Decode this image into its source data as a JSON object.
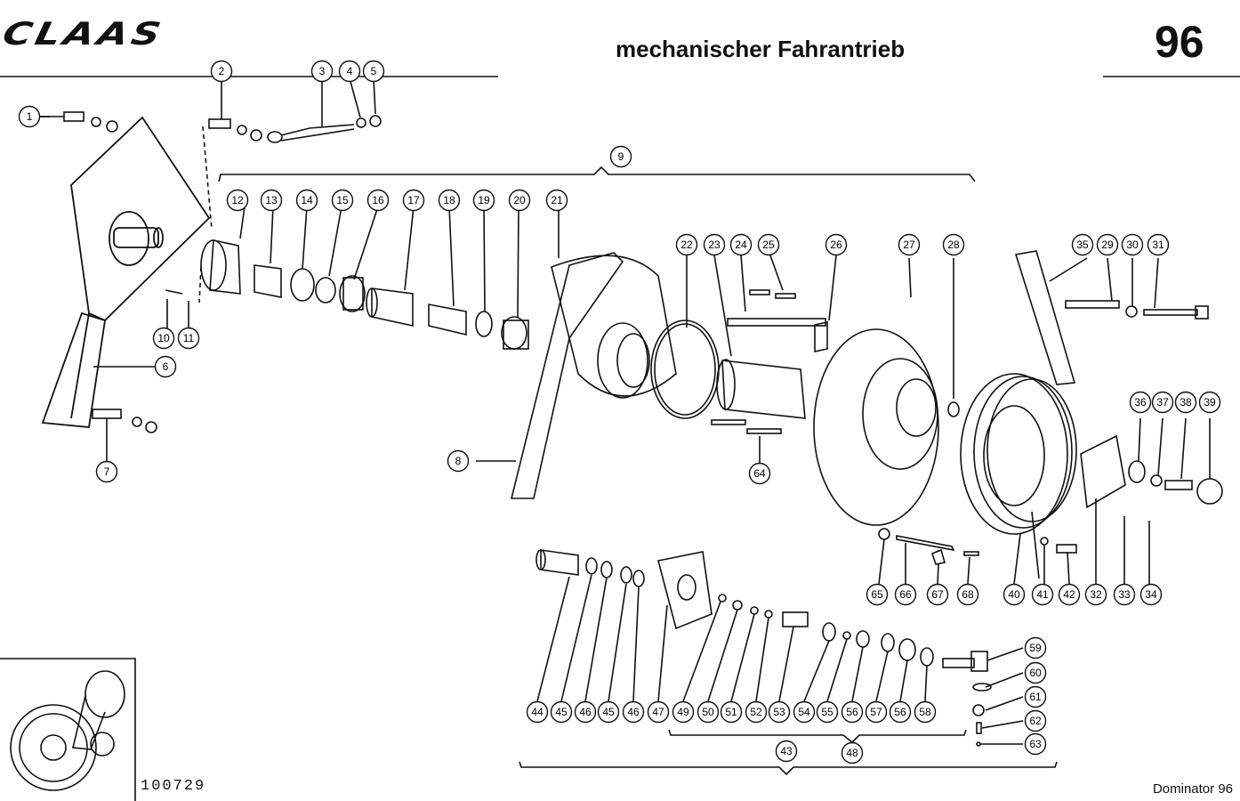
{
  "header": {
    "brand": "CLAAS",
    "title": "mechanischer Fahrantrieb",
    "page_number": "96"
  },
  "footer": {
    "doc_number": "100729",
    "model": "Dominator 96"
  },
  "callouts": [
    "1",
    "2",
    "3",
    "4",
    "5",
    "6",
    "7",
    "8",
    "9",
    "10",
    "11",
    "12",
    "13",
    "14",
    "15",
    "16",
    "17",
    "18",
    "19",
    "20",
    "21",
    "22",
    "23",
    "24",
    "25",
    "26",
    "27",
    "28",
    "29",
    "30",
    "31",
    "32",
    "33",
    "34",
    "35",
    "36",
    "37",
    "38",
    "39",
    "40",
    "41",
    "42",
    "43",
    "44",
    "45",
    "46",
    "45",
    "46",
    "47",
    "48",
    "49",
    "50",
    "51",
    "52",
    "53",
    "54",
    "55",
    "56",
    "57",
    "56",
    "58",
    "59",
    "60",
    "61",
    "62",
    "63",
    "64",
    "65",
    "66",
    "67",
    "68"
  ]
}
